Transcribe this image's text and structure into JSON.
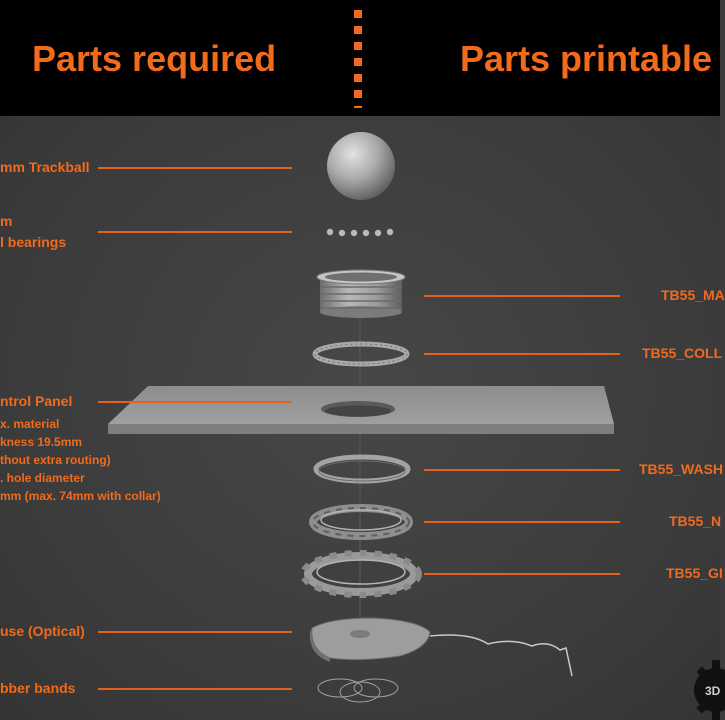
{
  "header": {
    "left_title": "Parts required",
    "right_title": "Parts printable"
  },
  "required": {
    "trackball": "mm Trackball",
    "bearings_line1": "m",
    "bearings_line2": "l bearings",
    "panel": "ntrol Panel",
    "panel_note_1": "x. material",
    "panel_note_2": "kness 19.5mm",
    "panel_note_3": "thout extra routing)",
    "panel_note_4": ". hole diameter",
    "panel_note_5": "mm (max. 74mm with collar)",
    "mouse": "use (Optical)",
    "rubber": "bber bands"
  },
  "printable": {
    "ma": "TB55_MA",
    "coll": "TB55_COLL",
    "wash": "TB55_WASH",
    "n": "TB55_N",
    "gl": "TB55_GI"
  },
  "watermark": "3D",
  "colors": {
    "accent": "#f26a1b",
    "header_bg": "#000000",
    "canvas_bg": "#3d3d3d",
    "part_gray": "#a8a8a8"
  }
}
